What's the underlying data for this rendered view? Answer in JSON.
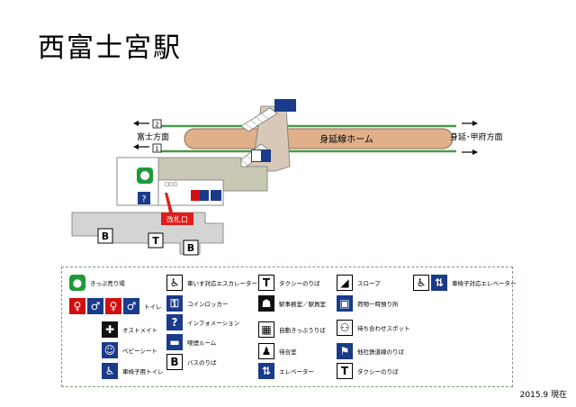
{
  "title": "西富士宮駅",
  "date": "2015.9 現在",
  "map": {
    "track2_label": "2",
    "track1_label": "1",
    "left_direction": "富士方面",
    "right_direction": "身延･甲府方面",
    "platform_label": "身延線ホーム",
    "ticket_gate_label": "改札口",
    "bus_label": "B",
    "taxi_label": "T",
    "bus_label_2": "B"
  },
  "legend": {
    "ticket_office": "きっぷ売り場",
    "escalator": "車いす対応エスカレーター",
    "taxi": "タクシーのりば",
    "slope": "スロープ",
    "elevator_wheelchair": "車椅子対応エレベーター",
    "toilet": "トイレ",
    "coin_locker": "コインロッカー",
    "station_office": "駅事務室／駅員室",
    "luggage": "荷物一時預り所",
    "ostomate": "オストメイト",
    "information": "インフォメーション",
    "ticket_machine": "自動きっぷうりば",
    "waiting_spot": "待ち合わせスポット",
    "baby_seat": "ベビーシート",
    "smoking": "喫煙ルーム",
    "waiting_room": "待合室",
    "other_line": "他社鉄道線のりば",
    "accessible_toilet": "車椅子用トイレ",
    "bus": "バスのりば",
    "elevator": "エレベーター",
    "taxi_2": "タクシーのりば"
  },
  "colors": {
    "platform": "#e0b08a",
    "concourse": "#c8c8b4",
    "track": "#4a9a4a",
    "gate": "#e21b1b",
    "building": "#d4d4d4"
  }
}
